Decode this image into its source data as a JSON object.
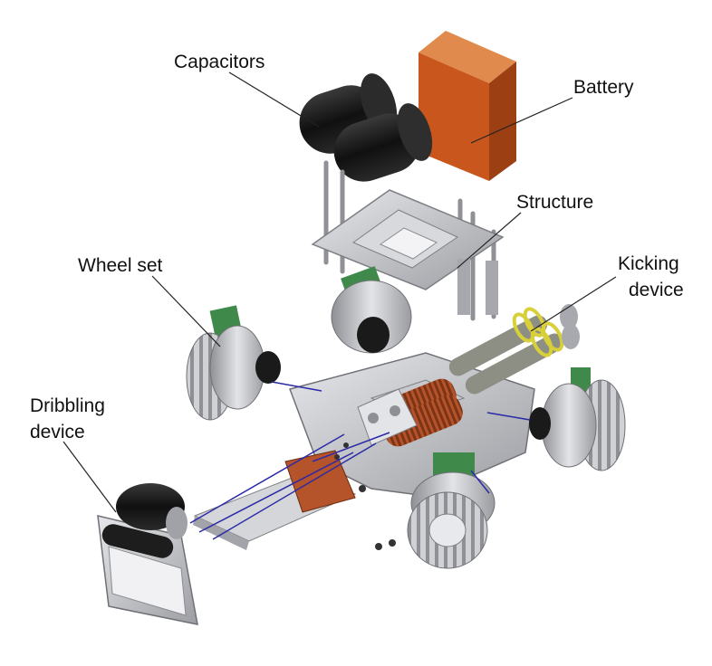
{
  "labels": {
    "capacitors": "Capacitors",
    "battery": "Battery",
    "structure": "Structure",
    "wheel_set": "Wheel set",
    "kicking_line1": "Kicking",
    "kicking_line2": "device",
    "dribbling_line1": "Dribbling",
    "dribbling_line2": "device"
  },
  "colors": {
    "battery": "#c9561d",
    "capacitor": "#141414",
    "metal": "#b7b9bd",
    "coil": "#b5532a",
    "pcb": "#3f8a4a",
    "spring": "#d8d03a",
    "link": "#2a2aa8"
  }
}
